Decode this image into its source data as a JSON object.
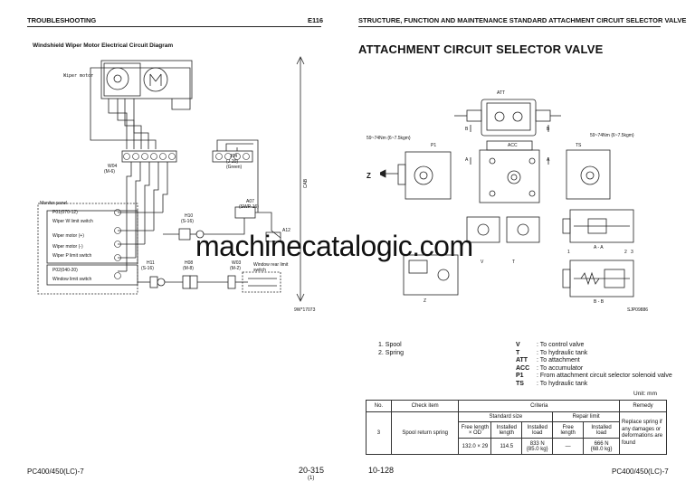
{
  "left_page": {
    "section": "TROUBLESHOOTING",
    "code": "E116",
    "diagram_title": "Windshield Wiper Motor Electrical Circuit Diagram",
    "footer_model": "PC400/450(LC)-7",
    "footer_page": "20-315",
    "footer_sub": "(1)",
    "labels": {
      "wiper_motor": "Wiper motor",
      "w04": "W04",
      "w04_type": "(M-6)",
      "j04": "J04",
      "j04_type": "(J-20)",
      "j04_color": "(Green)",
      "monitor_panel": "Monitor panel",
      "p01": "P01(070-12)",
      "p02": "P02(040-20)",
      "wiper_w_limit": "Wiper W limit switch",
      "wiper_motor_plus": "Wiper motor (+)",
      "wiper_motor_minus": "Wiper motor (-)",
      "wiper_p_limit": "Wiper P limit switch",
      "window_limit": "Window limit switch",
      "h10": "H10",
      "h10_type": "(S-16)",
      "a07": "A07",
      "a07_type": "(SWP-16)",
      "a12": "A12",
      "h11": "H11",
      "h11_type": "(S-16)",
      "h08": "H08",
      "h08_type": "(M-8)",
      "w03": "W03",
      "w03_type": "(M-2)",
      "window_rear": "Window rear limit switch",
      "cab": "CAB",
      "fig_code": "9W*17073"
    }
  },
  "right_page": {
    "section": "STRUCTURE, FUNCTION AND MAINTENANCE STANDARD   ATTACHMENT CIRCUIT SELECTOR VALVE",
    "title": "ATTACHMENT CIRCUIT SELECTOR VALVE",
    "footer_page": "10-128",
    "footer_model": "PC400/450(LC)-7",
    "fig_code": "SJP09886",
    "drawing_labels": {
      "att": "ATT",
      "p1": "P1",
      "acc": "ACC",
      "ts": "TS",
      "torque_left": "59~74Nm {6~7.5kgm}",
      "torque_right": "59~74Nm {6~7.5kgm}",
      "z": "Z",
      "v": "V",
      "t": "T",
      "a": "A",
      "b": "B",
      "section_aa": "A - A",
      "section_bb": "B - B",
      "n1": "1",
      "n2": "2",
      "n3": "3"
    },
    "parts": [
      "1. Spool",
      "2. Spring"
    ],
    "ports": [
      {
        "code": "V",
        "desc": ": To control valve"
      },
      {
        "code": "T",
        "desc": ": To hydraulic tank"
      },
      {
        "code": "ATT",
        "desc": ": To attachment"
      },
      {
        "code": "ACC",
        "desc": ": To accumulator"
      },
      {
        "code": "P1",
        "desc": ": From attachment circuit selector solenoid valve"
      },
      {
        "code": "TS",
        "desc": ": To hydraulic tank"
      }
    ],
    "unit": "Unit: mm",
    "table": {
      "h_no": "No.",
      "h_check": "Check item",
      "h_criteria": "Criteria",
      "h_remedy": "Remedy",
      "h_standard": "Standard size",
      "h_repair": "Repair limit",
      "h_free_len": "Free length × OD",
      "h_inst_len": "Installed length",
      "h_inst_load": "Installed load",
      "h_free_len2": "Free length",
      "h_inst_load2": "Installed load",
      "row_no": "3",
      "row_item": "Spool return spring",
      "v_free": "132.0 × 29",
      "v_inst_len": "114.5",
      "v_inst_load": "833 N",
      "v_inst_load_kg": "{85.0 kg}",
      "v_free2": "—",
      "v_load2": "666 N",
      "v_load2_kg": "{68.0 kg}",
      "remedy": "Replace spring if any damages or deformations are found"
    }
  },
  "watermark": "machinecatalogic.com"
}
